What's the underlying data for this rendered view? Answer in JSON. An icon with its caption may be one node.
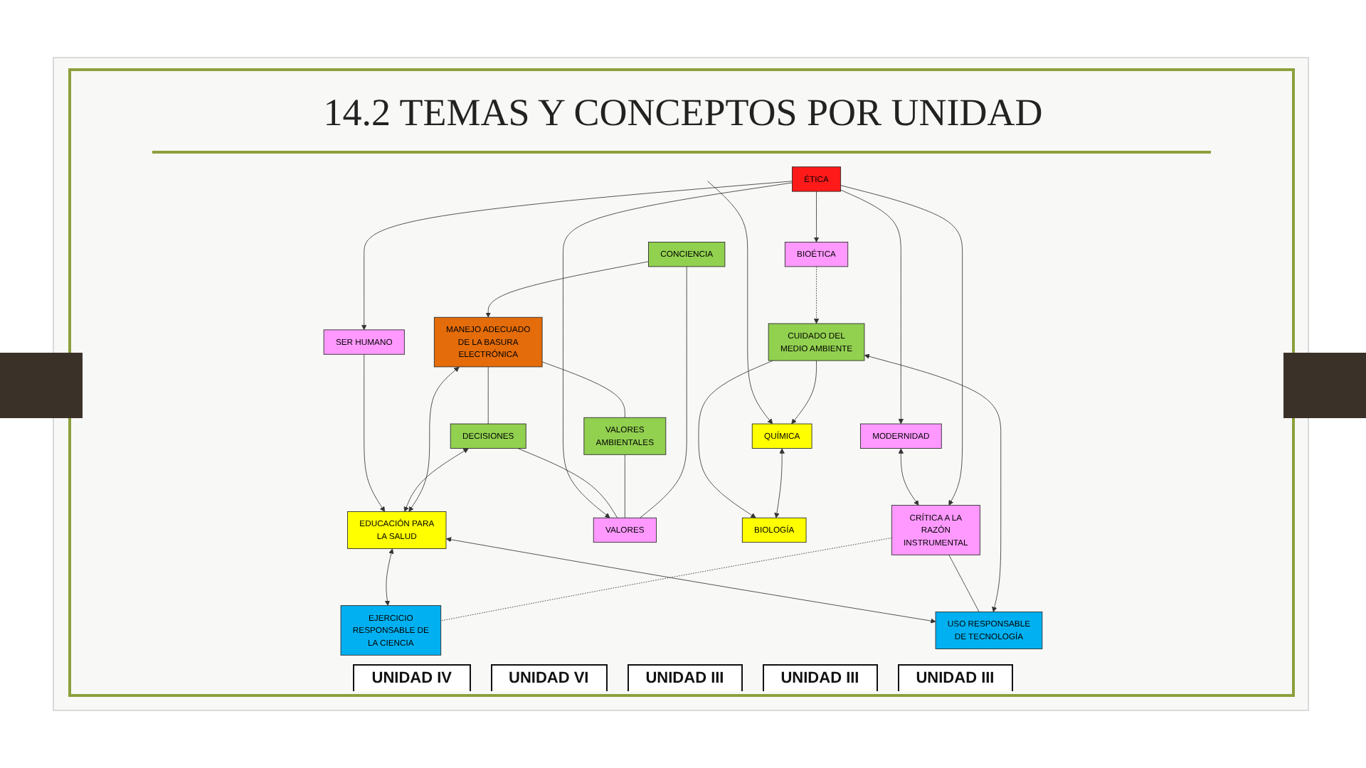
{
  "diagram": {
    "title": "14.2 TEMAS Y CONCEPTOS POR UNIDAD",
    "nodes": [
      {
        "text": [
          "MANEJO ADECUADO DE LA BASURA ELECTRÓNICA"
        ]
      },
      {
        "text": [
          "EDUCACIÓN PARA LA SALUD"
        ]
      },
      {
        "text": [
          "CONCIENCIA"
        ]
      },
      {
        "text": [
          "VALORES AMBIENTALES"
        ]
      },
      {
        "text": [
          "DECISIONES"
        ]
      },
      {
        "text": [
          "QUÍMICA"
        ]
      },
      {
        "text": [
          "VALORES"
        ]
      },
      {
        "text": [
          "CUIDADO DEL MEDIO AMBIENTE"
        ]
      },
      {
        "text": [
          "BIOÉTICA"
        ]
      },
      {
        "text": [
          "SER HUMANO"
        ]
      },
      {
        "text": [
          "ÉTICA"
        ]
      },
      {
        "text": [
          "EJERCICIO RESPONSABLE DE LA CIENCIA"
        ]
      },
      {
        "text": [
          "BIOLOGÍA"
        ]
      },
      {
        "text": [
          "MODERNIDAD"
        ]
      },
      {
        "text": [
          "CRÍTICA A LA RAZÓN INSTRUMENTAL"
        ]
      },
      {
        "text": [
          "USO RESPONSABLE DE TECNOLOGÍA"
        ]
      }
    ],
    "edges": [
      {
        "from": 2,
        "to": 0,
        "arrow": "to"
      },
      {
        "from": 0,
        "to": 3,
        "arrow": "none"
      },
      {
        "from": 0,
        "to": 4,
        "arrow": "none"
      },
      {
        "from": 2,
        "to": 6,
        "arrow": "none"
      },
      {
        "from": 3,
        "to": 6,
        "arrow": "none"
      },
      {
        "from": 4,
        "to": 6,
        "arrow": "none"
      },
      {
        "from": 10,
        "to": 6,
        "arrow": "to"
      },
      {
        "from": 10,
        "to": 8,
        "arrow": "to"
      },
      {
        "from": 10,
        "to": 9,
        "arrow": "to"
      },
      {
        "from": 10,
        "to": 13,
        "arrow": "to"
      },
      {
        "from": 10,
        "to": 14,
        "arrow": "to"
      },
      {
        "from": 8,
        "to": 7,
        "arrow": "to",
        "style": "dashed"
      },
      {
        "from": 5,
        "to": 12,
        "arrow": "both"
      },
      {
        "from": 7,
        "to": 5,
        "arrow": "to"
      },
      {
        "from": null,
        "to": 5,
        "arrow": "to"
      },
      {
        "from": 7,
        "to": 12,
        "arrow": "to"
      },
      {
        "from": 7,
        "to": 15,
        "arrow": "both"
      },
      {
        "from": 14,
        "to": 11,
        "arrow": "none",
        "style": "dashed"
      },
      {
        "from": 14,
        "to": 15,
        "arrow": "none"
      },
      {
        "from": 13,
        "to": 14,
        "arrow": "both"
      },
      {
        "from": 0,
        "to": 1,
        "arrow": "both"
      },
      {
        "from": 4,
        "to": 1,
        "arrow": "both"
      },
      {
        "from": 9,
        "to": 1,
        "arrow": "to"
      },
      {
        "from": 1,
        "to": 11,
        "arrow": "both"
      },
      {
        "from": 1,
        "to": 15,
        "arrow": "both"
      }
    ],
    "labels": [
      "UNIDAD IV",
      "UNIDAD VI",
      "UNIDAD III",
      "UNIDAD III",
      "UNIDAD III"
    ]
  }
}
